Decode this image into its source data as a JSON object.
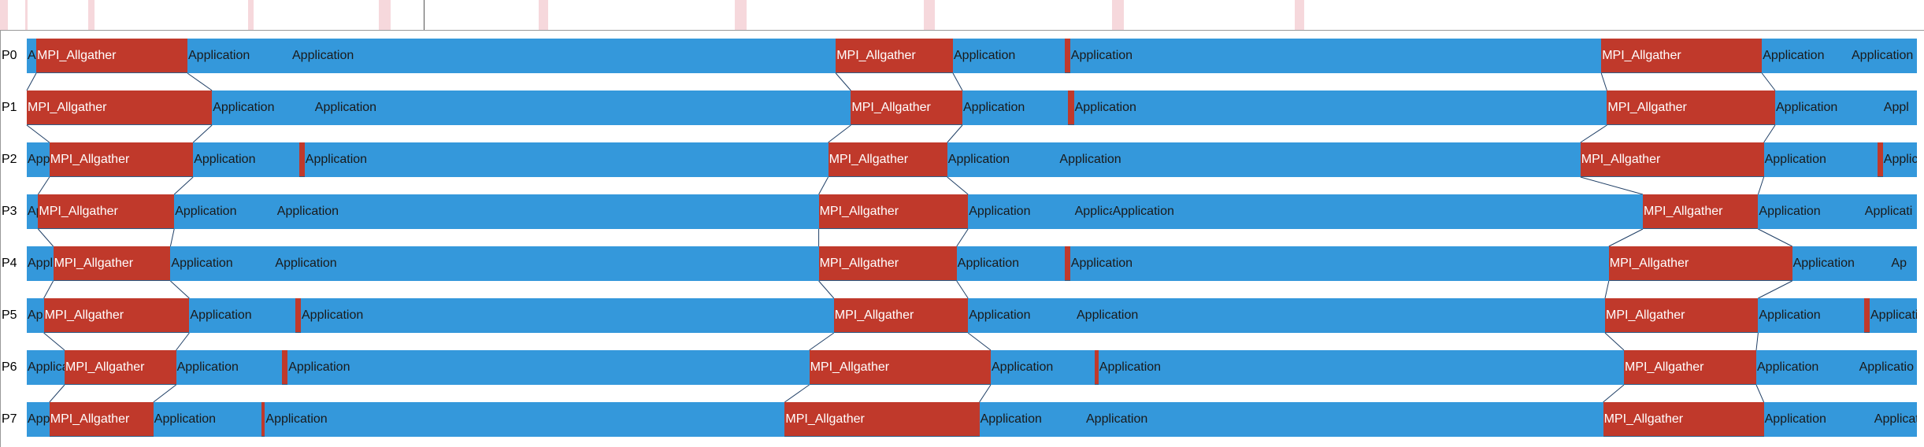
{
  "overview": {
    "marks": [
      {
        "start": 0,
        "end": 0.4
      },
      {
        "start": 1.3,
        "end": 1.45
      },
      {
        "start": 4.6,
        "end": 4.9
      },
      {
        "start": 12.9,
        "end": 13.2
      },
      {
        "start": 19.7,
        "end": 20.3
      },
      {
        "start": 28.0,
        "end": 28.5
      },
      {
        "start": 38.2,
        "end": 38.8
      },
      {
        "start": 48.0,
        "end": 48.6
      },
      {
        "start": 57.8,
        "end": 58.4
      },
      {
        "start": 67.3,
        "end": 67.8
      }
    ]
  },
  "colors": {
    "mpi": "#c0392b",
    "application": "#3498db",
    "mpi_text": "#ffffff",
    "app_text": "#1a1a1a"
  },
  "time_range": [
    0,
    100
  ],
  "ranks": [
    {
      "label": "P0",
      "segments": [
        {
          "type": "app",
          "label": "A",
          "start": 0,
          "end": 0.5
        },
        {
          "type": "mpi",
          "label": "MPI_Allgather",
          "start": 0.5,
          "end": 8.5
        },
        {
          "type": "app",
          "label": "Application",
          "start": 8.5,
          "end": 14.0
        },
        {
          "type": "app",
          "label": "Application",
          "start": 14.0,
          "end": 42.8
        },
        {
          "type": "mpi",
          "label": "MPI_Allgather",
          "start": 42.8,
          "end": 49.0
        },
        {
          "type": "app",
          "label": "Application",
          "start": 49.0,
          "end": 54.9
        },
        {
          "type": "mpi",
          "label": "",
          "start": 54.9,
          "end": 55.2
        },
        {
          "type": "app",
          "label": "Application",
          "start": 55.2,
          "end": 83.3
        },
        {
          "type": "mpi",
          "label": "MPI_Allgather",
          "start": 83.3,
          "end": 91.8
        },
        {
          "type": "app",
          "label": "Application",
          "start": 91.8,
          "end": 96.5
        },
        {
          "type": "app",
          "label": "Application",
          "start": 96.5,
          "end": 100
        }
      ]
    },
    {
      "label": "P1",
      "segments": [
        {
          "type": "mpi",
          "label": "MPI_Allgather",
          "start": 0,
          "end": 9.8
        },
        {
          "type": "app",
          "label": "Application",
          "start": 9.8,
          "end": 15.2
        },
        {
          "type": "app",
          "label": "Application",
          "start": 15.2,
          "end": 43.6
        },
        {
          "type": "mpi",
          "label": "MPI_Allgather",
          "start": 43.6,
          "end": 49.5
        },
        {
          "type": "app",
          "label": "Application",
          "start": 49.5,
          "end": 55.1
        },
        {
          "type": "mpi",
          "label": "",
          "start": 55.1,
          "end": 55.4
        },
        {
          "type": "app",
          "label": "Application",
          "start": 55.4,
          "end": 83.6
        },
        {
          "type": "mpi",
          "label": "MPI_Allgather",
          "start": 83.6,
          "end": 92.5
        },
        {
          "type": "app",
          "label": "Application",
          "start": 92.5,
          "end": 98.2
        },
        {
          "type": "app",
          "label": "Appl",
          "start": 98.2,
          "end": 100
        }
      ]
    },
    {
      "label": "P2",
      "segments": [
        {
          "type": "app",
          "label": "App",
          "start": 0,
          "end": 1.2
        },
        {
          "type": "mpi",
          "label": "MPI_Allgather",
          "start": 1.2,
          "end": 8.8
        },
        {
          "type": "app",
          "label": "Application",
          "start": 8.8,
          "end": 14.4
        },
        {
          "type": "mpi",
          "label": "",
          "start": 14.4,
          "end": 14.7
        },
        {
          "type": "app",
          "label": "Application",
          "start": 14.7,
          "end": 42.4
        },
        {
          "type": "mpi",
          "label": "MPI_Allgather",
          "start": 42.4,
          "end": 48.7
        },
        {
          "type": "app",
          "label": "Application",
          "start": 48.7,
          "end": 54.6
        },
        {
          "type": "app",
          "label": "Application",
          "start": 54.6,
          "end": 82.2
        },
        {
          "type": "mpi",
          "label": "MPI_Allgather",
          "start": 82.2,
          "end": 91.9
        },
        {
          "type": "app",
          "label": "Application",
          "start": 91.9,
          "end": 97.9
        },
        {
          "type": "mpi",
          "label": "",
          "start": 97.9,
          "end": 98.2
        },
        {
          "type": "app",
          "label": "Applica",
          "start": 98.2,
          "end": 100
        }
      ]
    },
    {
      "label": "P3",
      "segments": [
        {
          "type": "app",
          "label": "Ap",
          "start": 0,
          "end": 0.6
        },
        {
          "type": "mpi",
          "label": "MPI_Allgather",
          "start": 0.6,
          "end": 7.8
        },
        {
          "type": "app",
          "label": "Application",
          "start": 7.8,
          "end": 13.2
        },
        {
          "type": "app",
          "label": "Application",
          "start": 13.2,
          "end": 41.9
        },
        {
          "type": "mpi",
          "label": "MPI_Allgather",
          "start": 41.9,
          "end": 49.8
        },
        {
          "type": "app",
          "label": "Application",
          "start": 49.8,
          "end": 55.4
        },
        {
          "type": "app",
          "label": "Applica",
          "start": 55.4,
          "end": 57.4
        },
        {
          "type": "app",
          "label": "Application",
          "start": 57.4,
          "end": 85.5
        },
        {
          "type": "mpi",
          "label": "MPI_Allgather",
          "start": 85.5,
          "end": 91.6
        },
        {
          "type": "app",
          "label": "Application",
          "start": 91.6,
          "end": 97.2
        },
        {
          "type": "app",
          "label": "Applicati",
          "start": 97.2,
          "end": 100
        }
      ]
    },
    {
      "label": "P4",
      "segments": [
        {
          "type": "app",
          "label": "Appl",
          "start": 0,
          "end": 1.4
        },
        {
          "type": "mpi",
          "label": "MPI_Allgather",
          "start": 1.4,
          "end": 7.6
        },
        {
          "type": "app",
          "label": "Application",
          "start": 7.6,
          "end": 13.1
        },
        {
          "type": "app",
          "label": "Application",
          "start": 13.1,
          "end": 41.9
        },
        {
          "type": "mpi",
          "label": "MPI_Allgather",
          "start": 41.9,
          "end": 49.2
        },
        {
          "type": "app",
          "label": "Application",
          "start": 49.2,
          "end": 54.9
        },
        {
          "type": "mpi",
          "label": "",
          "start": 54.9,
          "end": 55.2
        },
        {
          "type": "app",
          "label": "Application",
          "start": 55.2,
          "end": 83.7
        },
        {
          "type": "mpi",
          "label": "MPI_Allgather",
          "start": 83.7,
          "end": 93.4
        },
        {
          "type": "app",
          "label": "Application",
          "start": 93.4,
          "end": 98.6
        },
        {
          "type": "app",
          "label": "Ap",
          "start": 98.6,
          "end": 100
        }
      ]
    },
    {
      "label": "P5",
      "segments": [
        {
          "type": "app",
          "label": "Ap",
          "start": 0,
          "end": 0.9
        },
        {
          "type": "mpi",
          "label": "MPI_Allgather",
          "start": 0.9,
          "end": 8.6
        },
        {
          "type": "app",
          "label": "Application",
          "start": 8.6,
          "end": 14.2
        },
        {
          "type": "mpi",
          "label": "",
          "start": 14.2,
          "end": 14.5
        },
        {
          "type": "app",
          "label": "Application",
          "start": 14.5,
          "end": 42.7
        },
        {
          "type": "mpi",
          "label": "MPI_Allgather",
          "start": 42.7,
          "end": 49.8
        },
        {
          "type": "app",
          "label": "Application",
          "start": 49.8,
          "end": 55.5
        },
        {
          "type": "app",
          "label": "Application",
          "start": 55.5,
          "end": 83.5
        },
        {
          "type": "mpi",
          "label": "MPI_Allgather",
          "start": 83.5,
          "end": 91.6
        },
        {
          "type": "app",
          "label": "Application",
          "start": 91.6,
          "end": 97.2
        },
        {
          "type": "mpi",
          "label": "",
          "start": 97.2,
          "end": 97.5
        },
        {
          "type": "app",
          "label": "Applicati",
          "start": 97.5,
          "end": 100
        }
      ]
    },
    {
      "label": "P6",
      "segments": [
        {
          "type": "app",
          "label": "Applica",
          "start": 0,
          "end": 2.0
        },
        {
          "type": "mpi",
          "label": "MPI_Allgather",
          "start": 2.0,
          "end": 7.9
        },
        {
          "type": "app",
          "label": "Application",
          "start": 7.9,
          "end": 13.5
        },
        {
          "type": "mpi",
          "label": "",
          "start": 13.5,
          "end": 13.8
        },
        {
          "type": "app",
          "label": "Application",
          "start": 13.8,
          "end": 41.4
        },
        {
          "type": "mpi",
          "label": "MPI_Allgather",
          "start": 41.4,
          "end": 51.0
        },
        {
          "type": "app",
          "label": "Application",
          "start": 51.0,
          "end": 56.5
        },
        {
          "type": "mpi",
          "label": "",
          "start": 56.5,
          "end": 56.7
        },
        {
          "type": "app",
          "label": "Application",
          "start": 56.7,
          "end": 84.5
        },
        {
          "type": "mpi",
          "label": "MPI_Allgather",
          "start": 84.5,
          "end": 91.5
        },
        {
          "type": "app",
          "label": "Application",
          "start": 91.5,
          "end": 96.9
        },
        {
          "type": "app",
          "label": "Applicatio",
          "start": 96.9,
          "end": 100
        }
      ]
    },
    {
      "label": "P7",
      "segments": [
        {
          "type": "app",
          "label": "Appl",
          "start": 0,
          "end": 1.2
        },
        {
          "type": "mpi",
          "label": "MPI_Allgather",
          "start": 1.2,
          "end": 6.7
        },
        {
          "type": "app",
          "label": "Application",
          "start": 6.7,
          "end": 12.4
        },
        {
          "type": "mpi",
          "label": "",
          "start": 12.4,
          "end": 12.6
        },
        {
          "type": "app",
          "label": "Application",
          "start": 12.6,
          "end": 40.1
        },
        {
          "type": "mpi",
          "label": "MPI_Allgather",
          "start": 40.1,
          "end": 50.4
        },
        {
          "type": "app",
          "label": "Application",
          "start": 50.4,
          "end": 56.0
        },
        {
          "type": "app",
          "label": "Application",
          "start": 56.0,
          "end": 83.4
        },
        {
          "type": "mpi",
          "label": "MPI_Allgather",
          "start": 83.4,
          "end": 91.9
        },
        {
          "type": "app",
          "label": "Application",
          "start": 91.9,
          "end": 97.7
        },
        {
          "type": "app",
          "label": "Applicat",
          "start": 97.7,
          "end": 100
        }
      ]
    }
  ]
}
